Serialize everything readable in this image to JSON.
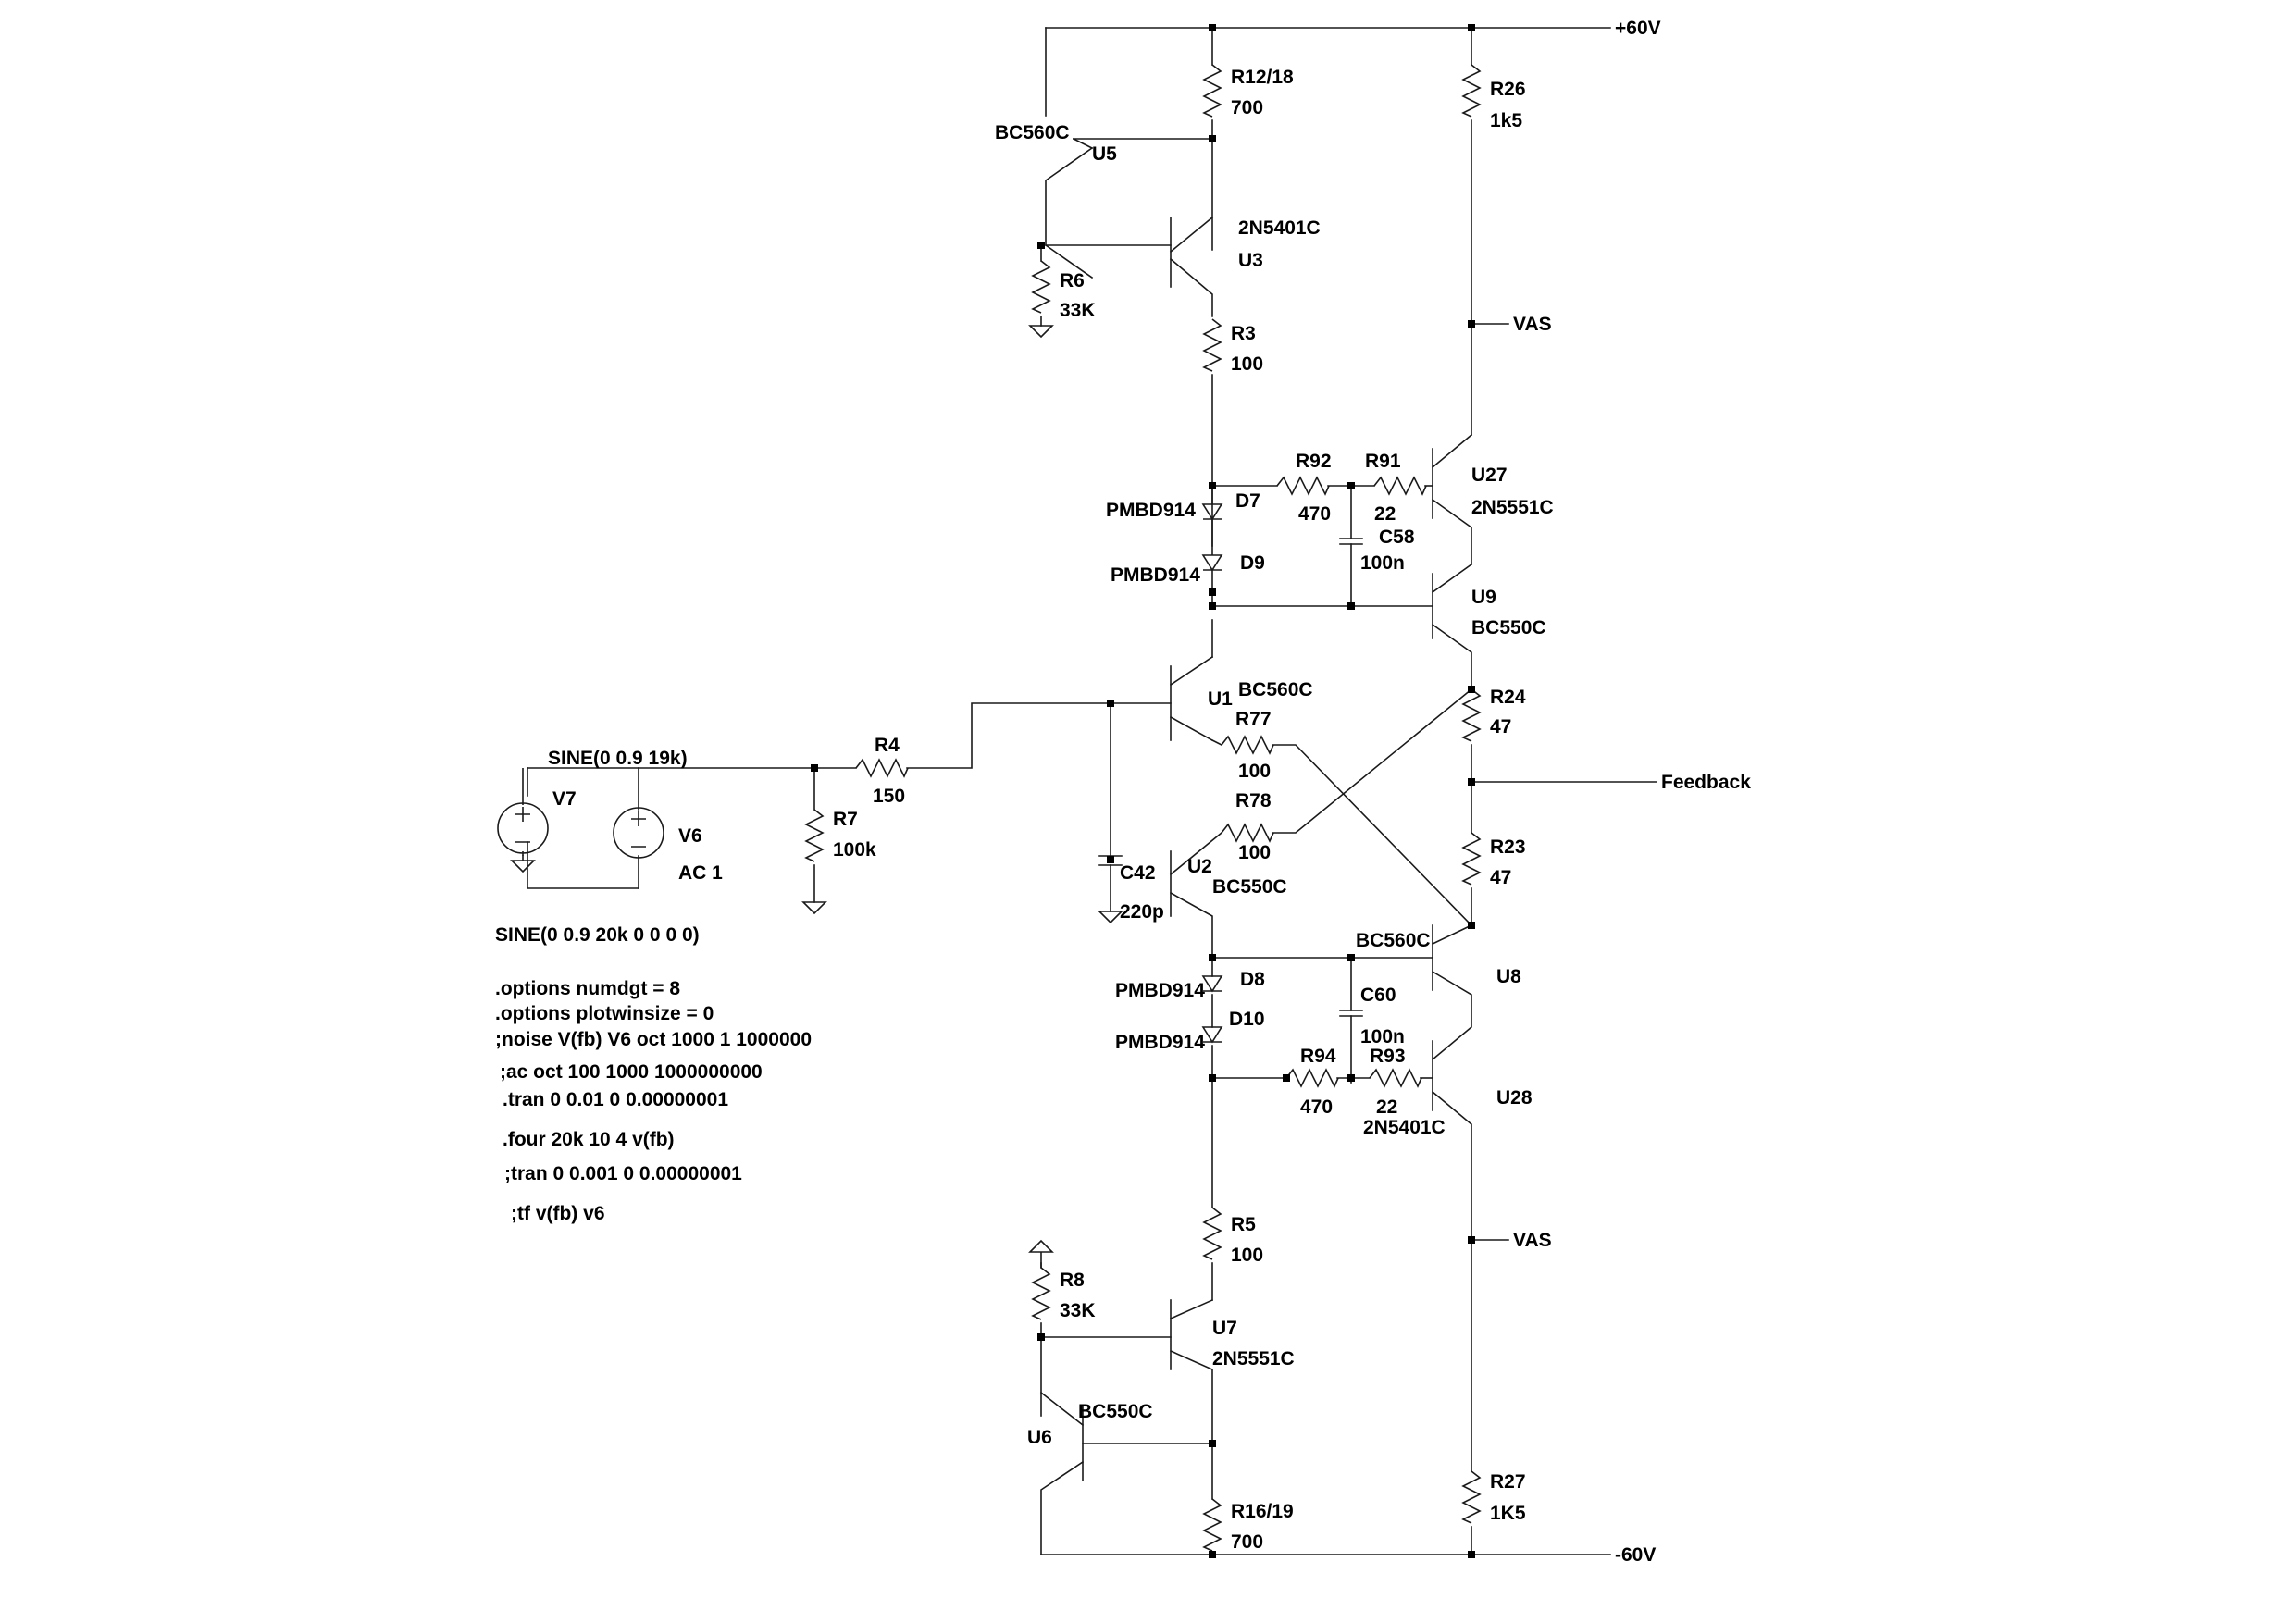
{
  "rails": {
    "pos": "+60V",
    "neg": "-60V"
  },
  "nets": {
    "vas_top": "VAS",
    "vas_bottom": "VAS",
    "feedback": "Feedback"
  },
  "resistors": {
    "r12_18": {
      "ref": "R12/18",
      "val": "700"
    },
    "r26": {
      "ref": "R26",
      "val": "1k5"
    },
    "r6": {
      "ref": "R6",
      "val": "33K"
    },
    "r3": {
      "ref": "R3",
      "val": "100"
    },
    "r92": {
      "ref": "R92",
      "val": "470"
    },
    "r91": {
      "ref": "R91",
      "val": "22"
    },
    "r4": {
      "ref": "R4",
      "val": "150"
    },
    "r7": {
      "ref": "R7",
      "val": "100k"
    },
    "r77": {
      "ref": "R77",
      "val": "100"
    },
    "r78": {
      "ref": "R78",
      "val": "100"
    },
    "r24": {
      "ref": "R24",
      "val": "47"
    },
    "r23": {
      "ref": "R23",
      "val": "47"
    },
    "r94": {
      "ref": "R94",
      "val": "470"
    },
    "r93": {
      "ref": "R93",
      "val": "22"
    },
    "r5": {
      "ref": "R5",
      "val": "100"
    },
    "r8": {
      "ref": "R8",
      "val": "33K"
    },
    "r16_19": {
      "ref": "R16/19",
      "val": "700"
    },
    "r27": {
      "ref": "R27",
      "val": "1K5"
    }
  },
  "capacitors": {
    "c58": {
      "ref": "C58",
      "val": "100n"
    },
    "c42": {
      "ref": "C42",
      "val": "220p"
    },
    "c60": {
      "ref": "C60",
      "val": "100n"
    }
  },
  "diodes": {
    "d7": {
      "ref": "D7",
      "model": "PMBD914"
    },
    "d9": {
      "ref": "D9",
      "model": "PMBD914"
    },
    "d8": {
      "ref": "D8",
      "model": "PMBD914"
    },
    "d10": {
      "ref": "D10",
      "model": "PMBD914"
    }
  },
  "transistors": {
    "u5": {
      "ref": "U5",
      "model": "BC560C"
    },
    "u3": {
      "ref": "U3",
      "model": "2N5401C"
    },
    "u27": {
      "ref": "U27",
      "model": "2N5551C"
    },
    "u9": {
      "ref": "U9",
      "model": "BC550C"
    },
    "u1": {
      "ref": "U1",
      "model": "BC560C"
    },
    "u2": {
      "ref": "U2",
      "model": "BC550C"
    },
    "u8": {
      "ref": "U8",
      "model": "BC560C"
    },
    "u28": {
      "ref": "U28",
      "model": "2N5401C"
    },
    "u7": {
      "ref": "U7",
      "model": "2N5551C"
    },
    "u6": {
      "ref": "U6",
      "model": "BC550C"
    }
  },
  "sources": {
    "v7": {
      "ref": "V7",
      "spec": "SINE(0 0.9 19k)"
    },
    "v6": {
      "ref": "V6",
      "spec": "AC 1",
      "spec2": "SINE(0 0.9 20k 0 0 0 0)"
    }
  },
  "directives": [
    ".options numdgt = 8",
    ".options plotwinsize = 0",
    ";noise V(fb) V6 oct 1000 1 1000000",
    ";ac oct 100 1000 1000000000",
    ".tran 0 0.01 0 0.00000001",
    ".four 20k 10 4 v(fb)",
    ";tran 0 0.001 0 0.00000001",
    ";tf v(fb) v6"
  ]
}
